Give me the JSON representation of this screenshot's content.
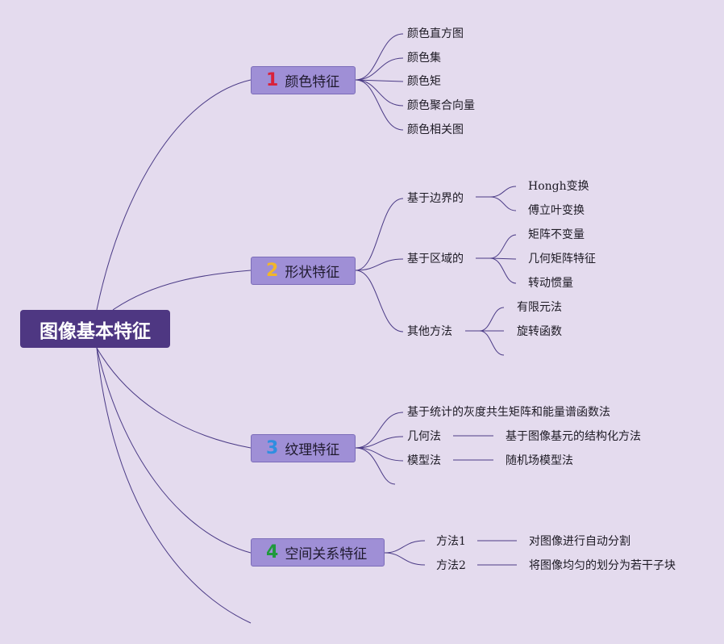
{
  "root": "图像基本特征",
  "branches": [
    {
      "num": "1",
      "label": "颜色特征",
      "children": [
        "颜色直方图",
        "颜色集",
        "颜色矩",
        "颜色聚合向量",
        "颜色相关图"
      ]
    },
    {
      "num": "2",
      "label": "形状特征",
      "children": [
        {
          "label": "基于边界的",
          "children": [
            "Hongh变换",
            "傅立叶变换"
          ]
        },
        {
          "label": "基于区域的",
          "children": [
            "矩阵不变量",
            "几何矩阵特征",
            "转动惯量"
          ]
        },
        {
          "label": "其他方法",
          "children": [
            "有限元法",
            "旋转函数"
          ]
        }
      ]
    },
    {
      "num": "3",
      "label": "纹理特征",
      "children": [
        {
          "label": "基于统计的灰度共生矩阵和能量谱函数法"
        },
        {
          "label": "几何法",
          "children": [
            "基于图像基元的结构化方法"
          ]
        },
        {
          "label": "模型法",
          "children": [
            "随机场模型法"
          ]
        }
      ]
    },
    {
      "num": "4",
      "label": "空间关系特征",
      "children": [
        {
          "label": "方法1",
          "children": [
            "对图像进行自动分割"
          ]
        },
        {
          "label": "方法2",
          "children": [
            "将图像均匀的划分为若干子块"
          ]
        }
      ]
    }
  ],
  "colors": {
    "background": "#e4dbee",
    "root": "#4e3782",
    "branch": "#9f8fd6",
    "line": "#4b3b86"
  }
}
